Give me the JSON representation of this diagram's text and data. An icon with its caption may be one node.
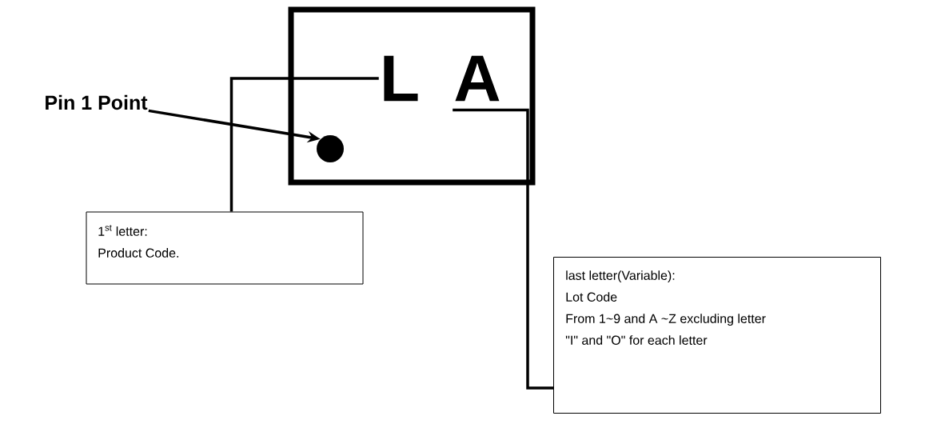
{
  "diagram": {
    "nodes": [
      {
        "text": [],
        "shape": "box"
      },
      {
        "text": [
          "L"
        ],
        "in": 0
      },
      {
        "text": [
          "A"
        ],
        "in": 0
      },
      {
        "text": [],
        "shape": "circle",
        "in": 0
      },
      {
        "text": [
          "Pin 1 Point"
        ]
      },
      {
        "text": [
          "1$^{st}$ letter:",
          "Product Code."
        ]
      },
      {
        "text": [
          "last letter(Variable):",
          "Lot Code",
          "From 1~9 and A ~Z excluding letter",
          "\"I\" and \"O\" for each letter"
        ]
      }
    ],
    "edges": [
      {
        "from": 4,
        "to": 3,
        "arrow": "to"
      },
      {
        "from": 1,
        "to": 5,
        "arrow": "none"
      },
      {
        "from": 2,
        "to": 6,
        "arrow": "none"
      }
    ]
  }
}
